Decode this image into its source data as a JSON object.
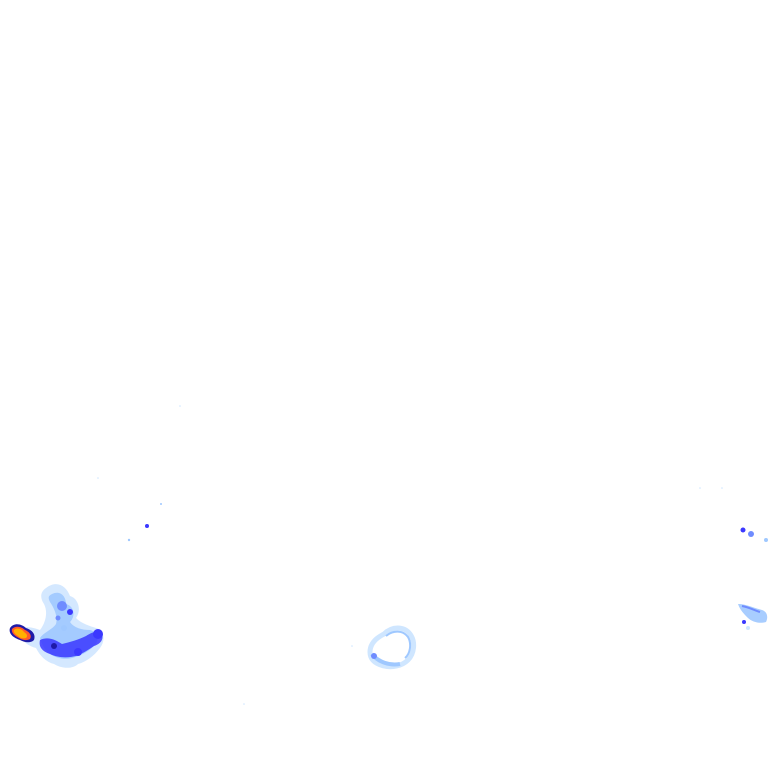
{
  "radar_overlay": {
    "background_color": "#ffffff",
    "intensity_colors": {
      "very_light": "#cfe6ff",
      "light": "#9fc8ff",
      "moderate_light": "#6f8cff",
      "moderate": "#3b38ff",
      "heavy": "#1f1aa8",
      "intense_core": "#ffb000",
      "intense_edge": "#ff5a2a"
    },
    "echo_regions": [
      "west-cluster",
      "west-intense-cell",
      "center-ring",
      "east-cluster",
      "scattered-specks"
    ]
  }
}
